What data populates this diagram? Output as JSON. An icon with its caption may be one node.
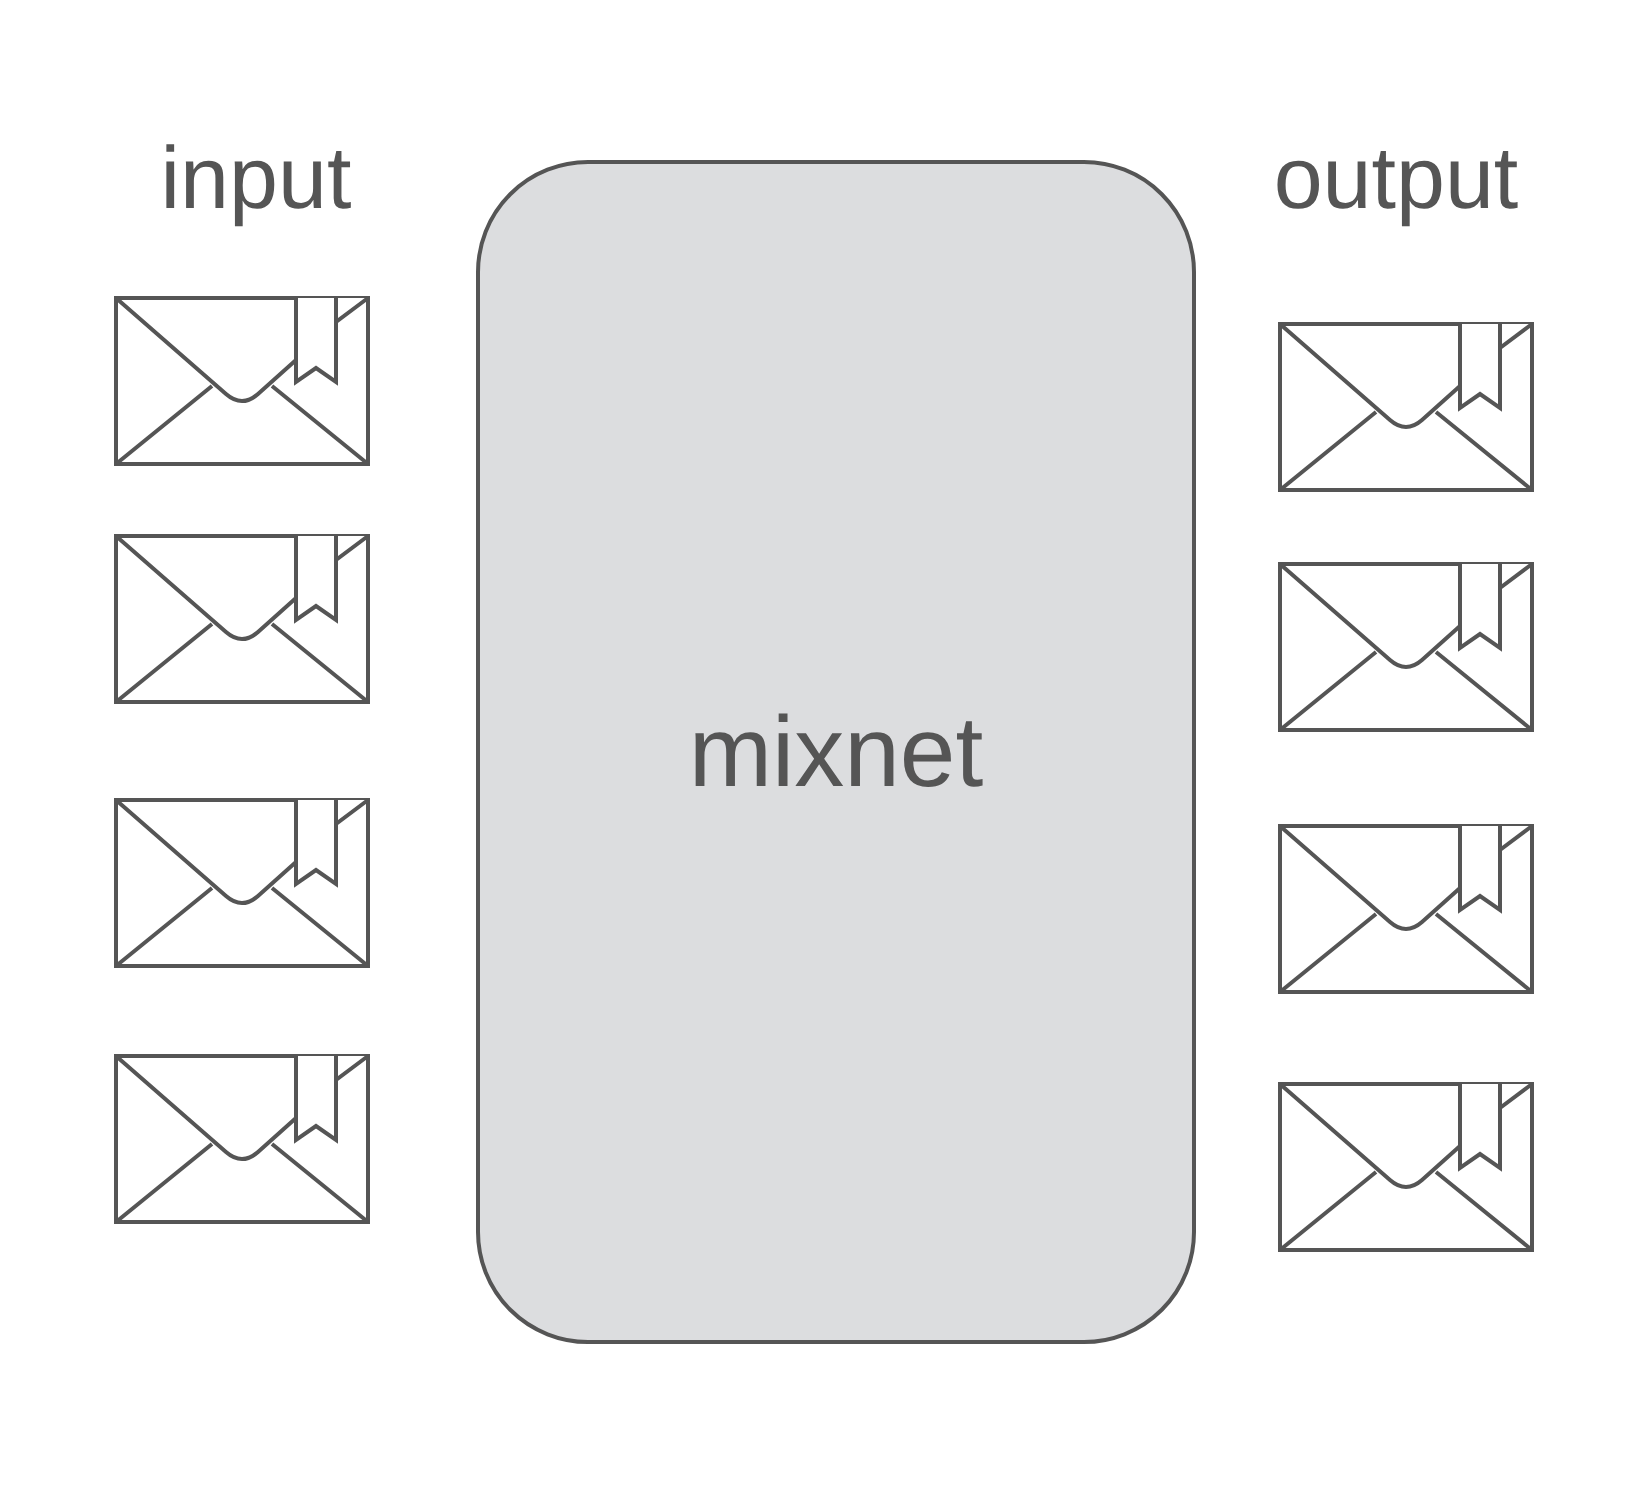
{
  "diagram": {
    "nodes": [
      {
        "text": [
          "mixnet"
        ]
      }
    ],
    "labels": [
      "input",
      "output"
    ]
  }
}
